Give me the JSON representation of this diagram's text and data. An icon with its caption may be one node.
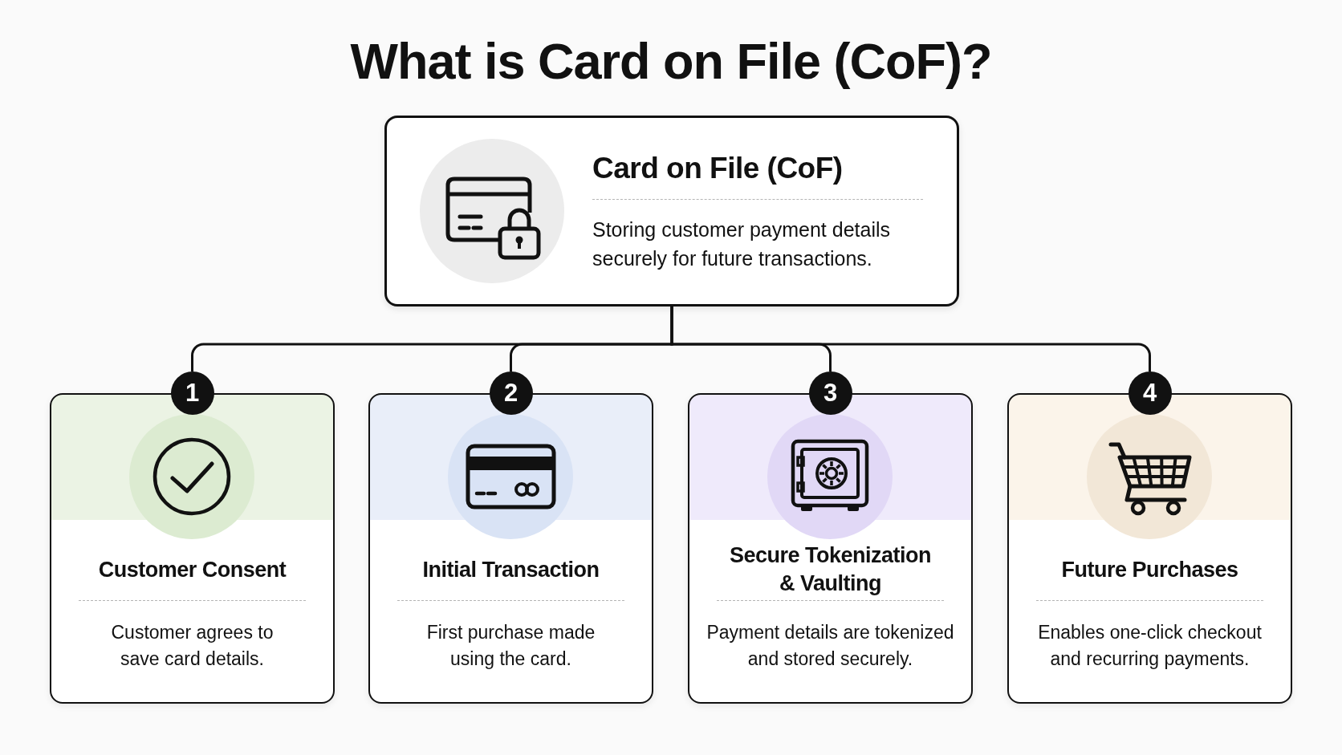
{
  "diagram": {
    "title": "What is Card on File (CoF)?",
    "nodes": [
      {
        "text": [
          "Card on File (CoF)",
          "Storing customer payment details securely for future transactions."
        ]
      },
      {
        "text": [
          "1"
        ]
      },
      {
        "text": [
          "Customer Consent",
          "Customer agrees to save card details."
        ]
      },
      {
        "text": [
          "2"
        ]
      },
      {
        "text": [
          "Initial Transaction",
          "First purchase made using the card."
        ]
      },
      {
        "text": [
          "3"
        ]
      },
      {
        "text": [
          "Secure Tokenization & Vaulting",
          "Payment details are tokenized and stored securely."
        ]
      },
      {
        "text": [
          "4"
        ]
      },
      {
        "text": [
          "Future Purchases",
          "Enables one-click checkout and recurring payments."
        ]
      }
    ],
    "edges": [
      {
        "from": 0,
        "to": 1,
        "arrow": "none"
      },
      {
        "from": 0,
        "to": 3,
        "arrow": "none"
      },
      {
        "from": 0,
        "to": 5,
        "arrow": "none"
      },
      {
        "from": 0,
        "to": 7,
        "arrow": "none"
      }
    ]
  }
}
